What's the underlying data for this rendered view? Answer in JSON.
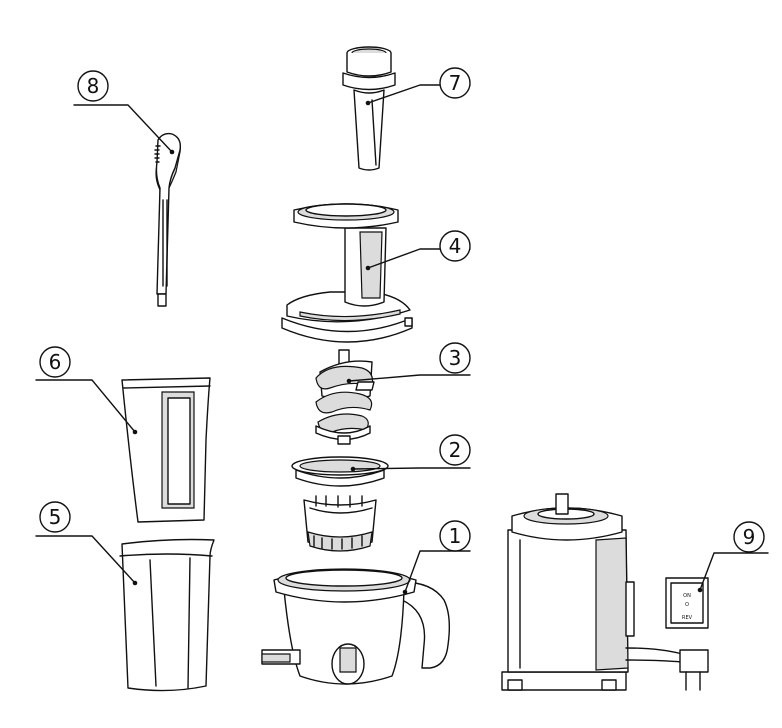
{
  "callouts": {
    "p1": "1",
    "p2": "2",
    "p3": "3",
    "p4": "4",
    "p5": "5",
    "p6": "6",
    "p7": "7",
    "p8": "8",
    "p9": "9"
  },
  "switch": {
    "on": "ON",
    "mid": "O",
    "rev": "REV"
  },
  "colors": {
    "line": "#111111",
    "shade": "#dcdcdc",
    "background": "#ffffff"
  }
}
